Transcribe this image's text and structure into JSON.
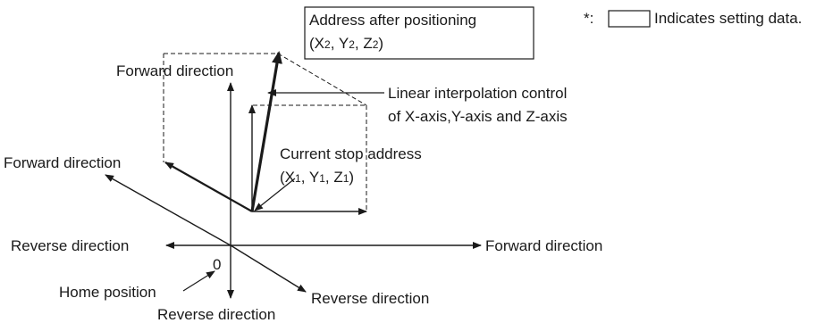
{
  "legend": {
    "prefix": "*:",
    "text": "Indicates setting data."
  },
  "labels": {
    "address_after_title": "Address after positioning",
    "x2": "X",
    "x2_sub": "2",
    "y2": "Y",
    "y2_sub": "2",
    "z2": "Z",
    "z2_sub": "2",
    "forward_direction_z": "Forward direction",
    "interp_line1": "Linear interpolation control",
    "interp_line2": "of X-axis,Y-axis and Z-axis",
    "forward_direction_y": "Forward direction",
    "current_stop_title": "Current stop address",
    "x1": "X",
    "x1_sub": "1",
    "y1": "Y",
    "y1_sub": "1",
    "z1": "Z",
    "z1_sub": "1",
    "reverse_direction_x": "Reverse direction",
    "forward_direction_x": "Forward direction",
    "origin": "0",
    "home_position": "Home position",
    "reverse_direction_y": "Reverse direction",
    "reverse_direction_z": "Reverse direction"
  },
  "colors": {
    "line": "#1a1a1a",
    "box_border": "#1a1a1a"
  }
}
